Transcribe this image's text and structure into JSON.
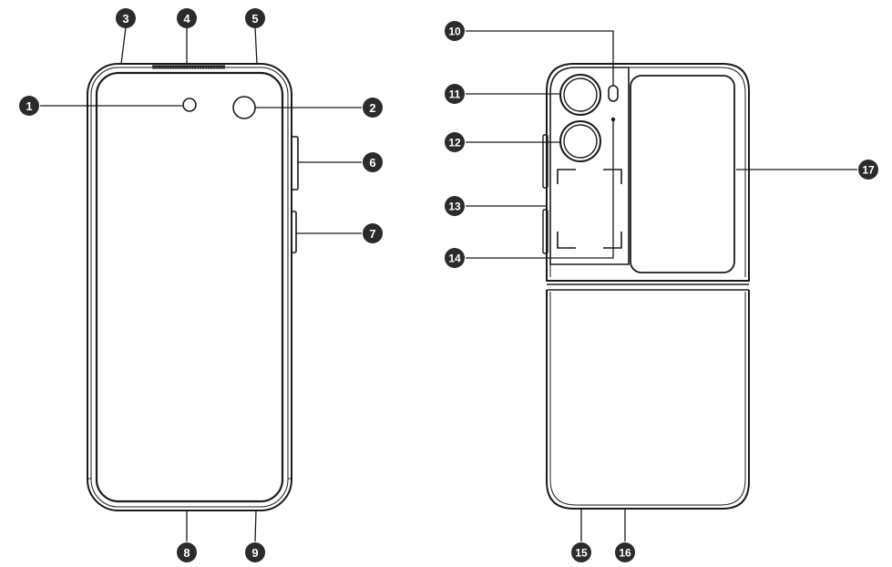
{
  "callouts": [
    "1",
    "2",
    "3",
    "4",
    "5",
    "6",
    "7",
    "8",
    "9",
    "10",
    "11",
    "12",
    "13",
    "14",
    "15",
    "16",
    "17"
  ],
  "colors": {
    "line": "#1a1a1a",
    "badge": "#2b2b2b",
    "badge_text": "#ffffff",
    "background": "#ffffff"
  }
}
